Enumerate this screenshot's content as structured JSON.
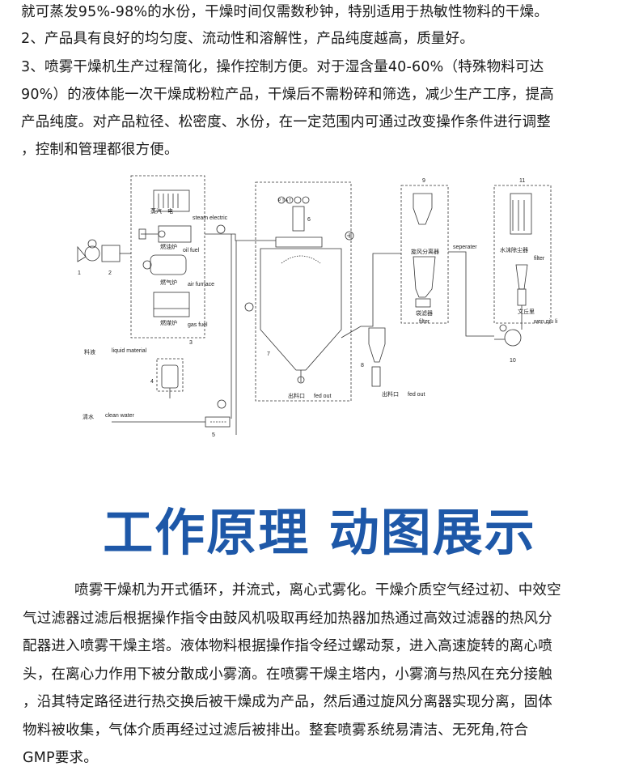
{
  "intro_lines": [
    "就可蒸发95%-98%的水份，干燥时间仅需数秒钟，特别适用于热敏性物料的干燥。",
    "2、产品具有良好的均匀度、流动性和溶解性，产品纯度越高，质量好。",
    "3、喷雾干燥机生产过程简化，操作控制方便。对于湿含量40-60%（特殊物料可达",
    "90%）的液体能一次干燥成粉粒产品，干燥后不需粉碎和筛选，减少生产工序，提高",
    "产品纯度。对产品粒径、松密度、水份，在一定范围内可通过改变操作条件进行调整",
    "，控制和管理都很方便。"
  ],
  "diagram": {
    "labels": {
      "steam_electric_cn": "蒸汽　电",
      "steam_electric_en": "steam electric",
      "oil_furnace_cn": "燃油炉",
      "oil_fuel_en": "oil fuel",
      "gas_furnace_cn": "燃气炉",
      "air_furnace_en": "air furnace",
      "coal_furnace_cn": "燃煤炉",
      "gas_fuel_en": "gas fuel",
      "liquid_material_cn": "料液",
      "liquid_material_en": "liquid material",
      "clean_water_cn": "清水",
      "clean_water_en": "clean water",
      "feed_out_cn_1": "出料口",
      "feed_out_en_1": "fed out",
      "feed_out_cn_2": "出料口",
      "feed_out_en_2": "fed out",
      "cyclone_cn": "旋风分离器",
      "separator_en": "seperater",
      "bag_filter_cn": "袋滤器",
      "filter_en": "filter",
      "water_scrubber_cn": "水沫除尘器",
      "filter_en_2": "filter",
      "venturi_cn": "文丘里",
      "venturi_en": "wen qiu li",
      "gauges": "P T A T"
    },
    "numbers": [
      "1",
      "2",
      "3",
      "4",
      "5",
      "6",
      "7",
      "8",
      "9",
      "10",
      "11"
    ]
  },
  "heading": "工作原理 动图展示",
  "principle_lines": [
    "喷雾干燥机为开式循环，并流式，离心式雾化。干燥介质空气经过初、中效空",
    "气过滤器过滤后根据操作指令由鼓风机吸取再经加热器加热通过高效过滤器的热风分",
    "配器进入喷雾干燥主塔。液体物料根据操作指令经过螺动泵，进入高速旋转的离心喷",
    "头，在离心力作用下被分散成小雾滴。在喷雾干燥主塔内，小雾滴与热风在充分接触",
    "，沿其特定路径进行热交换后被干燥成为产品，然后通过旋风分离器实现分离，固体",
    "物料被收集，气体介质再经过过滤后被排出。整套喷雾系统易清洁、无死角,符合",
    "GMP要求。"
  ]
}
